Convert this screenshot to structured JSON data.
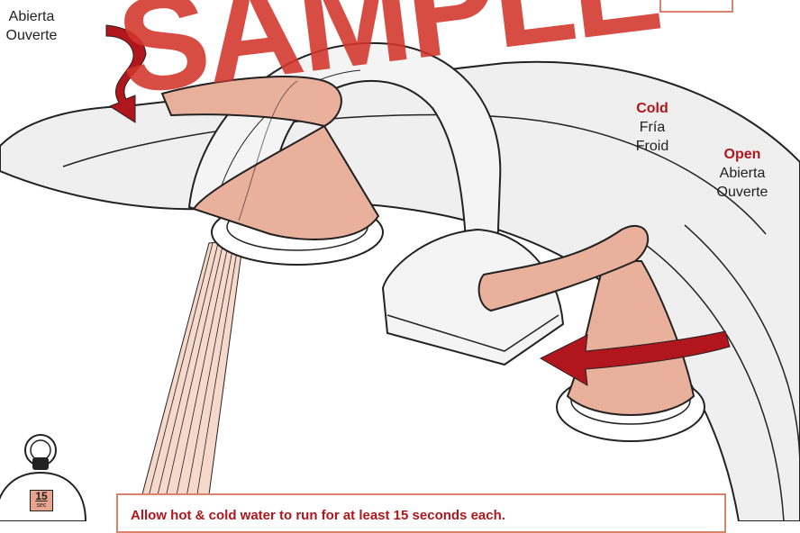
{
  "hot_open_label": {
    "line2": "Abierta",
    "line3": "Ouverte"
  },
  "cold_label": {
    "title": "Cold",
    "spanish": "Fría",
    "french": "Froid"
  },
  "cold_open_label": {
    "title": "Open",
    "spanish": "Abierta",
    "french": "Ouverte"
  },
  "watermark": {
    "text": "SAMPLE"
  },
  "timer": {
    "value": "15",
    "unit": "sec"
  },
  "note": {
    "text": "Allow hot & cold water to run for at least 15 seconds each."
  },
  "colors": {
    "accent_red": "#b0161c",
    "handle_fill": "#e9b09b",
    "outline": "#222222",
    "box_border": "#d9836a"
  },
  "icons": {
    "rotation_arrow": "counterclockwise-arrow-icon",
    "timer": "stopwatch-icon"
  }
}
